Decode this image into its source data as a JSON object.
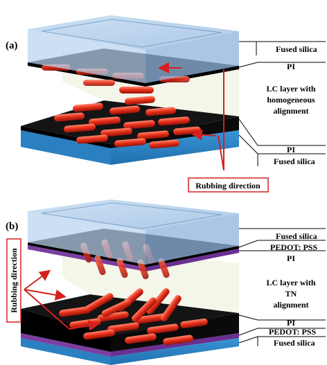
{
  "panel_a": {
    "label": "(a)",
    "layers": {
      "top_substrate": "Fused silica",
      "top_alignment": "PI",
      "lc_line1": "LC layer with",
      "lc_line2": "homogeneous",
      "lc_line3": "alignment",
      "bottom_alignment": "PI",
      "bottom_substrate": "Fused silica"
    },
    "rubbing_label": "Rubbing direction"
  },
  "panel_b": {
    "label": "(b)",
    "layers": {
      "top_substrate": "Fused silica",
      "top_electrode": "PEDOT: PSS",
      "top_alignment": "PI",
      "lc_line1": "LC layer with",
      "lc_line2": "TN",
      "lc_line3": "alignment",
      "bottom_alignment": "PI",
      "bottom_electrode": "PEDOT: PSS",
      "bottom_substrate": "Fused silica"
    },
    "rubbing_label": "Rubbing direction"
  },
  "colors": {
    "glass_top": "#a9c9e8",
    "glass_edge": "#6f96c3",
    "blue_base": "#2e86c8",
    "pi_film": "#111111",
    "pedot": "#7b3fa0",
    "lc_rod": "#e8321c",
    "lc_gap": "#eef0dc",
    "arrow": "#d42020"
  }
}
